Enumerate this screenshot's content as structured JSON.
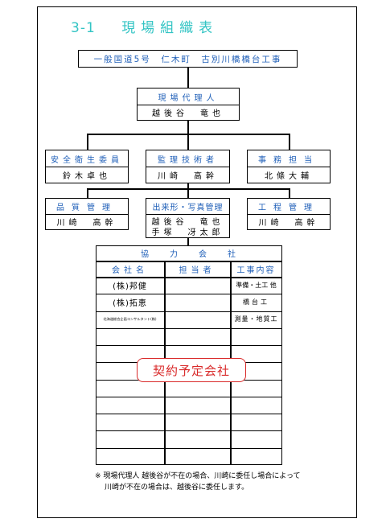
{
  "heading": {
    "number": "3-1",
    "title": "現場組織表"
  },
  "project": {
    "name": "一般国道5号　仁木町　古別川橋橋台工事"
  },
  "agent": {
    "role": "現場代理人",
    "name": "越後谷　竜也"
  },
  "level2": [
    {
      "role": "安全衛生委員",
      "name": "鈴木卓也"
    },
    {
      "role": "監理技術者",
      "name": "川崎　高幹"
    },
    {
      "role": "事務担当",
      "name": "北條大輔"
    }
  ],
  "level3": [
    {
      "role": "品質管理",
      "name": "川崎　高幹"
    },
    {
      "role": "出来形・写真管理",
      "name1": "越後谷　竜也",
      "name2": "手塚　冴太郎"
    },
    {
      "role": "工程管理",
      "name": "川崎　高幹"
    }
  ],
  "cooperation": {
    "header": "協　　力　　会　　社",
    "columns": [
      "会社名",
      "担当者",
      "工事内容"
    ],
    "rows": [
      {
        "company": "(株)邦健",
        "person": "",
        "work": "準備・土工 他"
      },
      {
        "company": "(株)拓恵",
        "person": "",
        "work": "橋台工"
      },
      {
        "company": "北海道総合企画コンサルタント(株)",
        "person": "",
        "work": "測量・地質工"
      }
    ],
    "stamp": "契約予定会社"
  },
  "notes": [
    "※ 現場代理人 越後谷が不在の場合、川崎に委任し場合によって",
    "川崎が不在の場合は、越後谷に委任します。"
  ]
}
